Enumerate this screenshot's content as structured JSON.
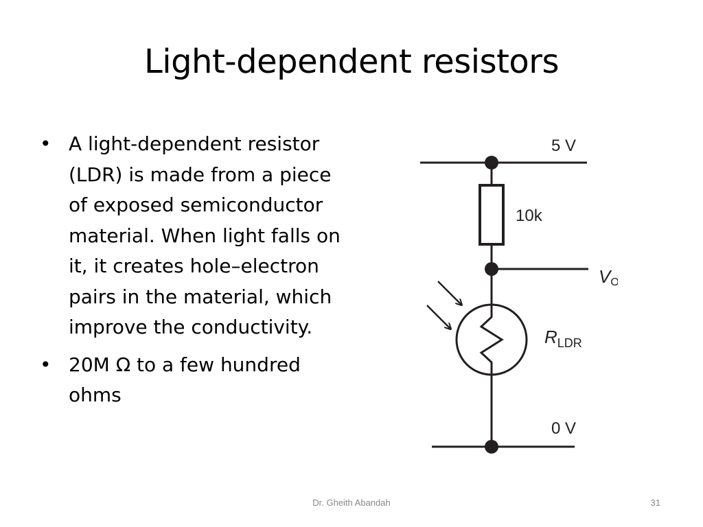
{
  "slide": {
    "title": "Light-dependent resistors",
    "bullets": [
      "A light-dependent resistor (LDR) is made from a piece of exposed semiconductor material. When light falls on it, it creates hole–electron pairs in the material, which improve the conductivity.",
      "20M Ω to a few hundred ohms"
    ],
    "bullet_glyph": "•",
    "footer": "Dr. Gheith Abandah",
    "page_number": "31"
  },
  "circuit": {
    "supply_label": "5 V",
    "resistor_label": "10k",
    "output_label_main": "V",
    "output_label_sub": "O",
    "ldr_label_main": "R",
    "ldr_label_sub": "LDR",
    "ground_label": "0 V"
  }
}
